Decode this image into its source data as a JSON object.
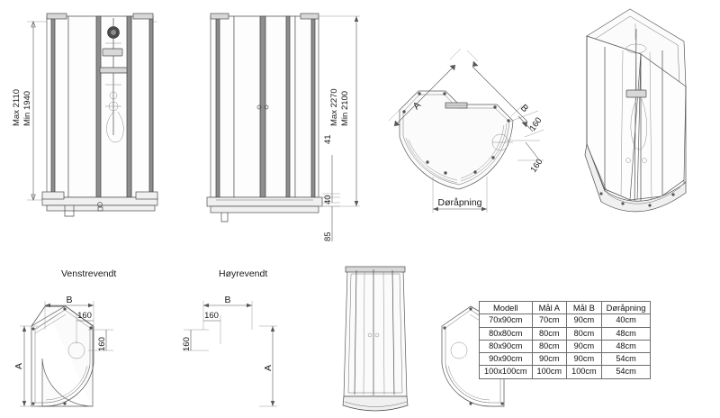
{
  "document": {
    "type": "technical-drawing",
    "subject": "shower-enclosure",
    "language": "no"
  },
  "views": {
    "front_elevation": {
      "name": "front-elevation-left",
      "dimensions": {
        "max": "Max 2110",
        "min": "Min 1940"
      }
    },
    "side_elevation": {
      "name": "side-elevation",
      "dimensions": {
        "max": "Max 2270",
        "min": "Min 2100",
        "d41": "41",
        "d40": "40",
        "d85": "85"
      }
    },
    "plan_corner": {
      "name": "plan-view-corner",
      "label_a": "A",
      "label_b": "B",
      "offset_1": "160",
      "offset_2": "160",
      "door_opening": "Døråpning"
    },
    "isometric": {
      "name": "isometric-3d-view"
    },
    "plan_left": {
      "title": "Venstrevendt",
      "label_a": "A",
      "label_b": "B",
      "offset_h": "160",
      "offset_v": "160"
    },
    "plan_right": {
      "title": "Høyrevendt",
      "label_a": "A",
      "label_b": "B",
      "offset_h": "160",
      "offset_v": "160"
    },
    "elevation_small": {
      "name": "small-elevation-view"
    }
  },
  "table": {
    "headers": [
      "Modell",
      "Mål A",
      "Mål B",
      "Døråpning"
    ],
    "rows": [
      [
        "70x90cm",
        "70cm",
        "90cm",
        "40cm"
      ],
      [
        "80x80cm",
        "80cm",
        "80cm",
        "48cm"
      ],
      [
        "80x90cm",
        "80cm",
        "90cm",
        "48cm"
      ],
      [
        "90x90cm",
        "90cm",
        "90cm",
        "54cm"
      ],
      [
        "100x100cm",
        "100cm",
        "100cm",
        "54cm"
      ]
    ]
  },
  "colors": {
    "background": "#ffffff",
    "line": "#4a4a4a",
    "dimension": "#55565a",
    "frame": "#d8d8d8",
    "frame_dark": "#8e8e8e"
  }
}
